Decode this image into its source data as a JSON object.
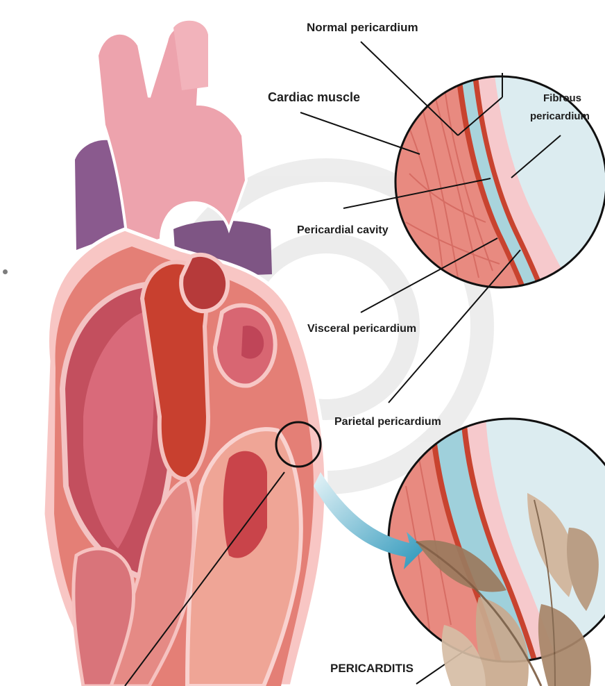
{
  "labels": {
    "normal_pericardium": "Normal pericardium",
    "cardiac_muscle": "Cardiac muscle",
    "fibrous_pericardium_line1": "Fibrous",
    "fibrous_pericardium_line2": "pericardium",
    "pericardial_cavity": "Pericardial cavity",
    "visceral_pericardium": "Visceral pericardium",
    "parietal_pericardium": "Parietal pericardium",
    "pericarditis": "PERICARDITIS"
  },
  "colors": {
    "muscle": "#e88a80",
    "muscle_dark": "#d2655c",
    "serous_red": "#c8432f",
    "cavity_blue": "#a9d4dc",
    "fibrous_pink": "#f6c9cc",
    "outside_blue": "#dcecf0",
    "vessel_pink": "#eda3ad",
    "vein_purple": "#8a5a8e",
    "arrow_blue": "#3aa4c4",
    "leaf_tan": "#c8a98c"
  }
}
